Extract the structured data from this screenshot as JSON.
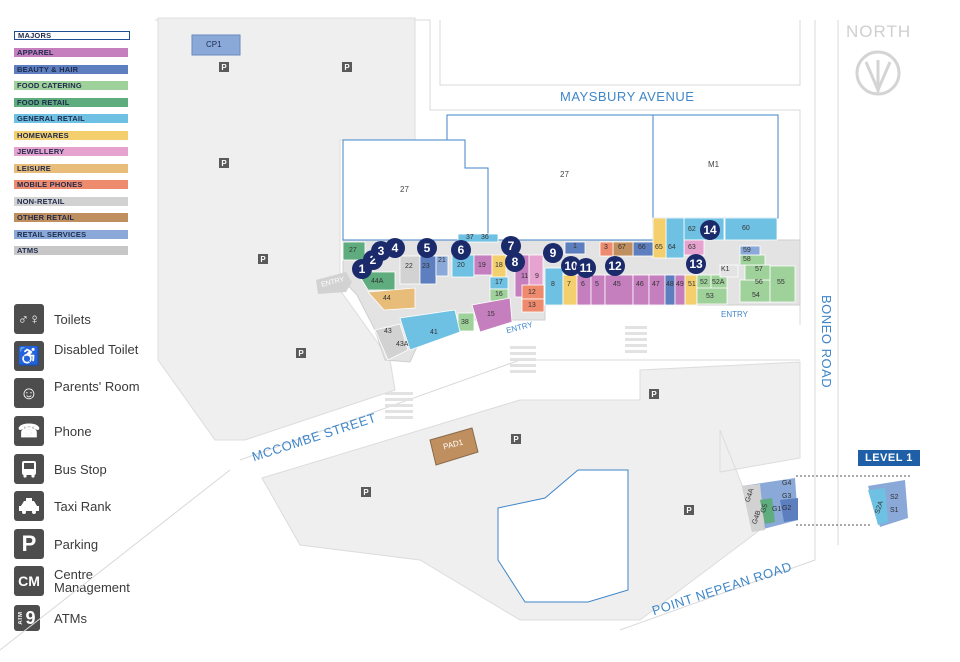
{
  "legend_categories": [
    {
      "label": "MAJORS",
      "color": "#ffffff"
    },
    {
      "label": "APPAREL",
      "color": "#c57fbf"
    },
    {
      "label": "BEAUTY & HAIR",
      "color": "#5e7fbf"
    },
    {
      "label": "FOOD CATERING",
      "color": "#9fd19a"
    },
    {
      "label": "FOOD RETAIL",
      "color": "#5fad7e"
    },
    {
      "label": "GENERAL RETAIL",
      "color": "#6fc1e3"
    },
    {
      "label": "HOMEWARES",
      "color": "#f4cf6e"
    },
    {
      "label": "JEWELLERY",
      "color": "#e7a3cf"
    },
    {
      "label": "LEISURE",
      "color": "#e8bd7a"
    },
    {
      "label": "MOBILE PHONES",
      "color": "#ee8a6e"
    },
    {
      "label": "NON-RETAIL",
      "color": "#d2d2d2"
    },
    {
      "label": "OTHER RETAIL",
      "color": "#c08f5f"
    },
    {
      "label": "RETAIL SERVICES",
      "color": "#8aa9d9"
    },
    {
      "label": "ATMS",
      "color": "#c7c7c7"
    }
  ],
  "amenities": [
    {
      "label": "Toilets",
      "icon": "toilets-icon",
      "glyph": "♂♀"
    },
    {
      "label": "Disabled Toilet",
      "icon": "wheelchair-icon",
      "glyph": "♿"
    },
    {
      "label": "Parents' Room",
      "icon": "parents-room-icon",
      "glyph": "☺"
    },
    {
      "label": "Phone",
      "icon": "phone-icon",
      "glyph": "☎"
    },
    {
      "label": "Bus Stop",
      "icon": "bus-icon",
      "glyph": "▣"
    },
    {
      "label": "Taxi Rank",
      "icon": "taxi-icon",
      "glyph": "◉"
    },
    {
      "label": "Parking",
      "icon": "parking-icon",
      "glyph": "P"
    },
    {
      "label": "Centre Management",
      "icon": "centre-management-icon",
      "glyph": "CM"
    },
    {
      "label": "ATMs",
      "icon": "atm-icon",
      "glyph": "9"
    }
  ],
  "streets": {
    "maysbury": "MAYSBURY AVENUE",
    "mccombe": "MCCOMBE STREET",
    "boneo": "BONEO ROAD",
    "point_nepean": "POINT NEPEAN ROAD"
  },
  "compass": "NORTH",
  "level": "LEVEL 1",
  "entry": "ENTRY",
  "carpark": "CP1",
  "pad": "PAD1",
  "parking_glyph": "P",
  "majors": {
    "a": "27",
    "b": "27",
    "c": "M1"
  },
  "pins": [
    "1",
    "2",
    "3",
    "4",
    "5",
    "6",
    "7",
    "8",
    "9",
    "10",
    "11",
    "12",
    "13",
    "14"
  ],
  "shops": {
    "s27b": "27",
    "s44a": "44A",
    "s44": "44",
    "s22": "22",
    "s23": "23",
    "s21": "21",
    "s20": "20",
    "s19": "19",
    "s18": "18",
    "s17": "17",
    "s16": "16",
    "s15": "15",
    "s38": "38",
    "s41": "41",
    "s43": "43",
    "s43a": "43A",
    "s11": "11",
    "s9": "9",
    "s12": "12",
    "s13": "13",
    "s8": "8",
    "s7": "7",
    "s6": "6",
    "s5": "5",
    "s45": "45",
    "s46": "46",
    "s47": "47",
    "s48": "48",
    "s49": "49",
    "s51": "51",
    "s52": "52",
    "s52a": "52A",
    "s53": "53",
    "s54": "54",
    "s55": "55",
    "s56": "56",
    "s57": "57",
    "s58": "58",
    "s59": "59",
    "s60": "60",
    "s62": "62",
    "s63": "63",
    "s64": "64",
    "s65": "65",
    "s66": "66",
    "s67": "67",
    "s3": "3",
    "s1": "1",
    "k1": "K1",
    "s37": "37",
    "s36": "36",
    "g4": "G4",
    "g3": "G3",
    "g2": "G2",
    "g1": "G1",
    "g4a": "G4A",
    "g4b": "G4B",
    "g5": "G5",
    "s2": "S2",
    "s1b": "S1",
    "s2a": "S2A"
  }
}
